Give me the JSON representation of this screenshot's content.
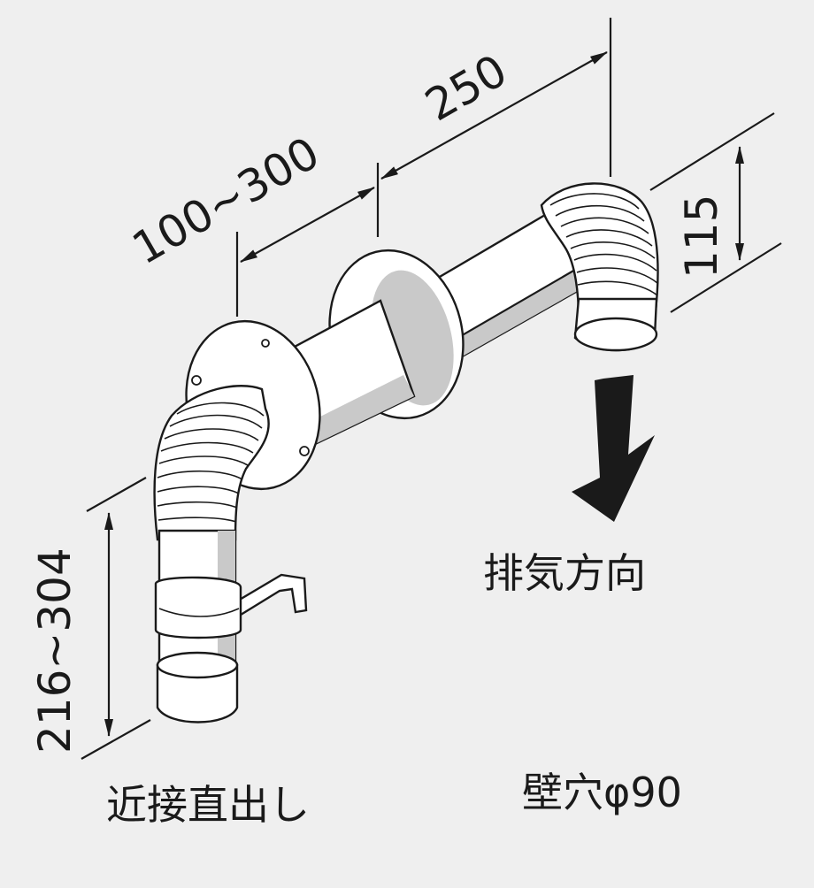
{
  "dimensions": {
    "wall_thickness": "100~300",
    "horizontal_length": "250",
    "outlet_height": "115",
    "vertical_height": "216~304"
  },
  "labels": {
    "exhaust_direction": "排気方向",
    "installation_type": "近接直出し",
    "wall_hole": "壁穴φ90"
  },
  "colors": {
    "background": "#efefef",
    "line": "#1a1a1a",
    "pipe_fill": "#ffffff",
    "shade": "#c9c9c9"
  }
}
